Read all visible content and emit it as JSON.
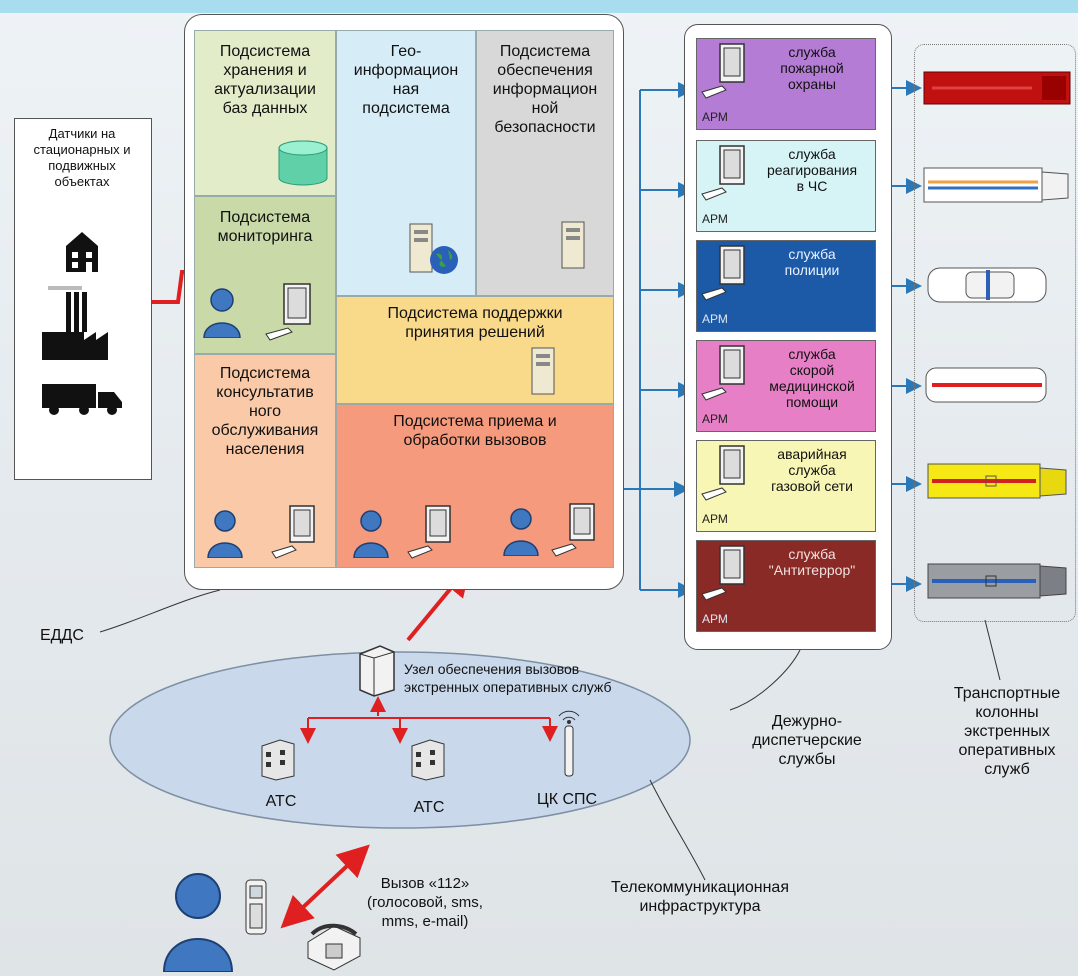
{
  "sensors_label": "Датчики на\nстационарных и\nподвижных\nобъектах",
  "eddс_label": "ЕДДС",
  "subsystems": {
    "storage": "Подсистема\nхранения и\nактуализации\nбаз данных",
    "geo": "Гео-\nинформацион\nная\nподсистема",
    "security": "Подсистема\nобеспечения\nинформацион\nной\nбезопасности",
    "monitoring": "Подсистема\nмониторинга",
    "decision": "Подсистема поддержки\nпринятия решений",
    "consult": "Подсистема\nконсультатив\nного\nобслуживания\nнаселения",
    "calls": "Подсистема приема и\nобработки вызовов"
  },
  "services": [
    {
      "name": "служба\nпожарной\nохраны",
      "arm": "АРМ",
      "color": "#b57cd6"
    },
    {
      "name": "служба\nреагирования\nв ЧС",
      "arm": "АРМ",
      "color": "#d6f3f6"
    },
    {
      "name": "служба\nполиции",
      "arm": "АРМ",
      "color": "#1c5aa8"
    },
    {
      "name": "служба\nскорой\nмедицинской\nпомощи",
      "arm": "АРМ",
      "color": "#e77fc6"
    },
    {
      "name": "аварийная\nслужба\nгазовой сети",
      "arm": "АРМ",
      "color": "#f8f6b4"
    },
    {
      "name": "служба\n\"Антитеррор\"",
      "arm": "АРМ",
      "color": "#8a2a26"
    }
  ],
  "duty_services_label": "Дежурно-\nдиспетчерские\nслужбы",
  "transport_label": "Транспортные\nколонны\nэкстренных\nоперативных\nслужб",
  "node_label": "Узел обеспечения вызовов\nэкстренных оперативных служб",
  "ats1": "АТС",
  "ats2": "АТС",
  "cksps": "ЦК СПС",
  "telecom_label": "Телекоммуникационная\nинфраструктура",
  "call_label": "Вызов «112»\n(голосовой, sms,\nmms, e-mail)",
  "icons": [
    "house-icon",
    "factory-icon",
    "truck-icon",
    "database-icon",
    "server-icon",
    "globe-icon",
    "person-icon",
    "computer-icon",
    "phone-icon",
    "mobile-icon",
    "antenna-icon",
    "fire-truck-icon",
    "ambulance-icon",
    "police-car-icon"
  ],
  "colors": {
    "arrow_red": "#e02020",
    "arrow_blue": "#2a78b8",
    "ellipse": "#c9d8ea"
  }
}
